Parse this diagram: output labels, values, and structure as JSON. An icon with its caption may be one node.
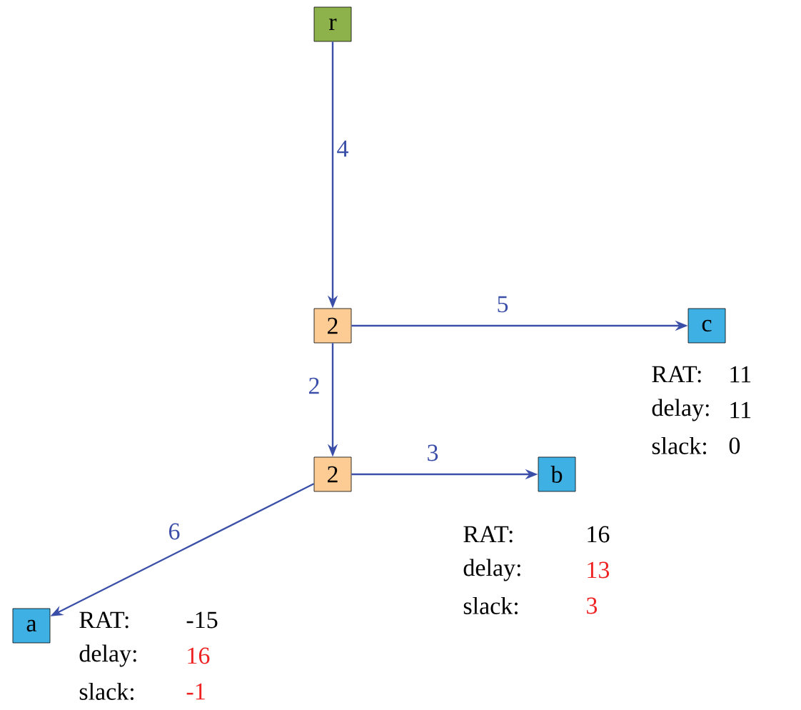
{
  "diagram": {
    "nodes": [
      {
        "text": [
          "r"
        ]
      },
      {
        "text": [
          "2"
        ]
      },
      {
        "text": [
          "c"
        ],
        "beside": [
          "RAT:",
          "11",
          "delay:",
          "11",
          "slack:",
          "0"
        ]
      },
      {
        "text": [
          "2"
        ]
      },
      {
        "text": [
          "b"
        ],
        "beside": [
          "RAT:",
          "16",
          "delay:",
          "13",
          "slack:",
          "3"
        ]
      },
      {
        "text": [
          "a"
        ],
        "beside": [
          "RAT:",
          "-15",
          "delay:",
          "16",
          "slack:",
          "-1"
        ]
      }
    ],
    "edges": [
      {
        "from": 0,
        "to": 1,
        "arrow": "to",
        "label": "4"
      },
      {
        "from": 1,
        "to": 2,
        "arrow": "to",
        "label": "5"
      },
      {
        "from": 1,
        "to": 3,
        "arrow": "to",
        "label": "2"
      },
      {
        "from": 3,
        "to": 4,
        "arrow": "to",
        "label": "3"
      },
      {
        "from": 3,
        "to": 5,
        "arrow": "to",
        "label": "6"
      }
    ]
  }
}
